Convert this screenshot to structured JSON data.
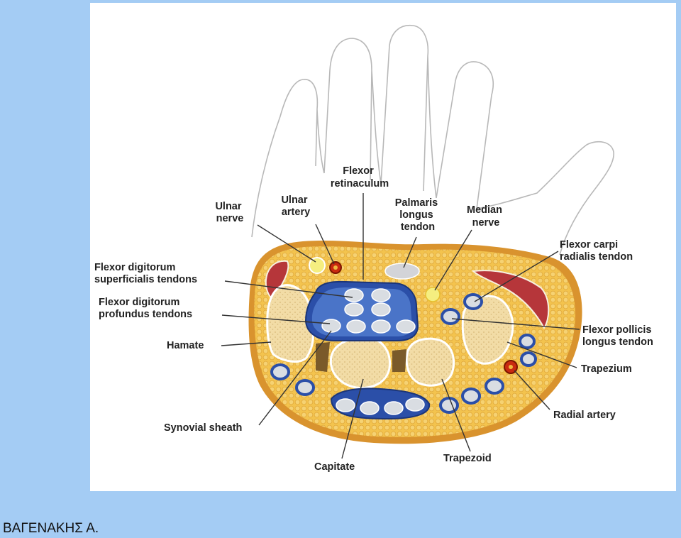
{
  "labels": {
    "ulnar_nerve": [
      "Ulnar",
      "nerve"
    ],
    "ulnar_artery": [
      "Ulnar",
      "artery"
    ],
    "flexor_retinaculum": [
      "Flexor",
      "retinaculum"
    ],
    "palmaris_longus": [
      "Palmaris",
      "longus",
      "tendon"
    ],
    "median_nerve": [
      "Median",
      "nerve"
    ],
    "flexor_carpi_radialis": [
      "Flexor carpi",
      "radialis tendon"
    ],
    "fds": [
      "Flexor digitorum",
      "superficialis tendons"
    ],
    "fdp": [
      "Flexor digitorum",
      "profundus tendons"
    ],
    "hamate": "Hamate",
    "fpl": [
      "Flexor pollicis",
      "longus tendon"
    ],
    "trapezium": "Trapezium",
    "radial_artery": "Radial artery",
    "synovial_sheath": "Synovial sheath",
    "capitate": "Capitate",
    "trapezoid": "Trapezoid"
  },
  "footer": {
    "author": "ΒΑΓΕΝΑΚΗΣ Α."
  },
  "colors": {
    "page_background": "#a4ccf4",
    "fat": "#f3c34e",
    "skin_rim": "#d9932e",
    "bone": "#f2dca6",
    "bone_dots": "#d7b878",
    "sheath_blue": "#2b4fa8",
    "tendon": "#d9dde2",
    "muscle": "#b6363a",
    "artery": "#c92a10",
    "nerve": "#f5ee80"
  }
}
